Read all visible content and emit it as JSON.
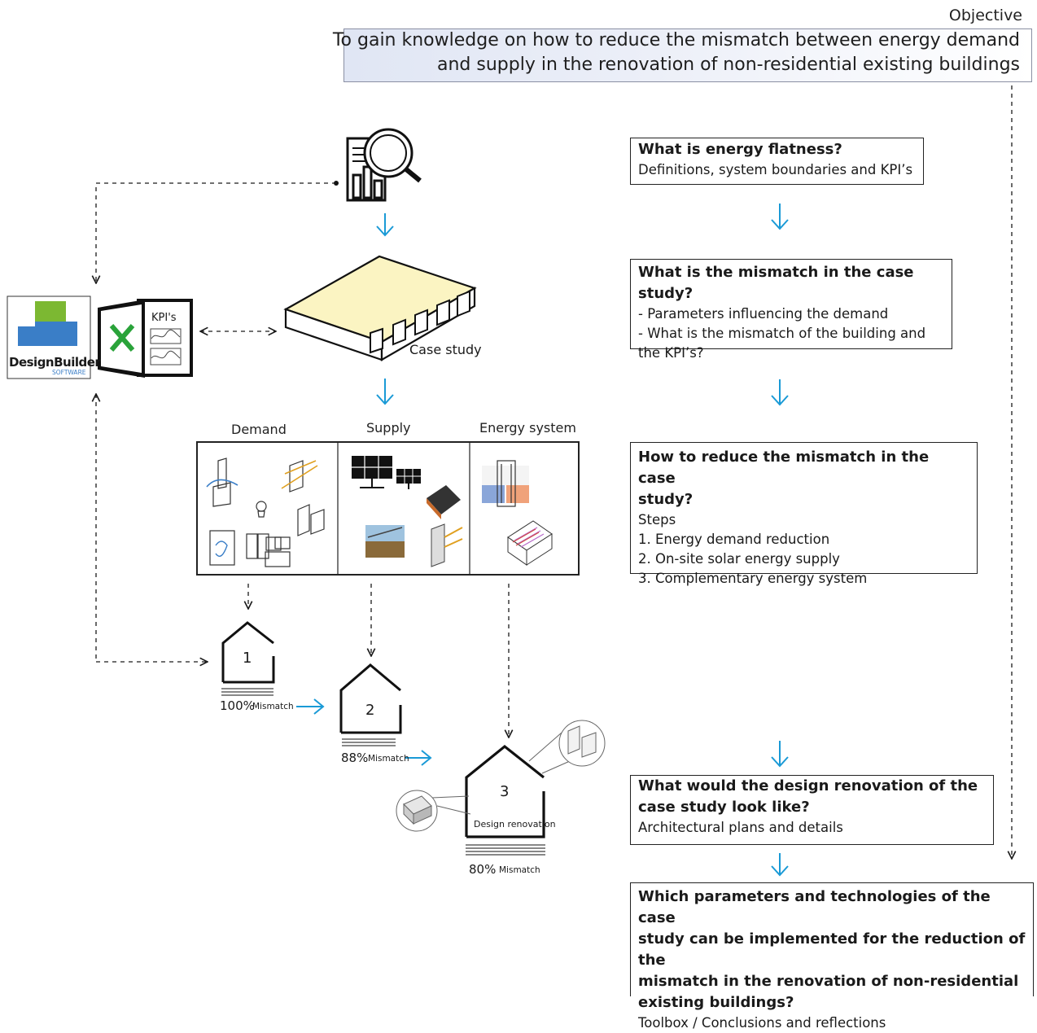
{
  "objective": {
    "label": "Objective",
    "line1": "To gain knowledge on how to reduce the mismatch between energy demand",
    "line2": "and supply in the renovation of non-residential existing buildings"
  },
  "tools": {
    "designbuilder_brand": "DesignBuilder",
    "designbuilder_sub": "SOFTWARE",
    "excel_kpi_label": "KPI's"
  },
  "case_study": {
    "label": "Case study"
  },
  "columns": {
    "demand": "Demand",
    "supply": "Supply",
    "energy_system": "Energy system"
  },
  "houses": [
    {
      "number": "1",
      "percent": "100%",
      "mismatch_label": "Mismatch"
    },
    {
      "number": "2",
      "percent": "88%",
      "mismatch_label": "Mismatch"
    },
    {
      "number": "3",
      "percent": "80%",
      "mismatch_label": "Mismatch",
      "inner_label": "Design renovation"
    }
  ],
  "questions": [
    {
      "title": "What is energy flatness?",
      "details": [
        "Definitions, system boundaries and KPI’s"
      ]
    },
    {
      "title": "What is the mismatch in the case study?",
      "details": [
        "- Parameters influencing the demand",
        "- What is the mismatch of the building and",
        "the KPI’s?"
      ]
    },
    {
      "title_lines": [
        "How to reduce the mismatch in the case",
        "study?"
      ],
      "details": [
        "Steps",
        "1. Energy demand reduction",
        "2. On-site solar energy supply",
        "3. Complementary energy system"
      ]
    },
    {
      "title_lines": [
        "What would the design renovation of the",
        "case study look like?"
      ],
      "details": [
        "Architectural plans and details"
      ]
    },
    {
      "title_lines": [
        "Which parameters and technologies of the case",
        "study can be implemented for the reduction of the",
        "mismatch  in the renovation of non-residential",
        "existing buildings?"
      ],
      "details": [
        "Toolbox / Conclusions and reflections"
      ]
    }
  ],
  "colors": {
    "arrow_blue": "#1a9ad6",
    "objective_fill": "#e3e8f5",
    "roof_fill": "#fbf4c2",
    "line_dark": "#1a1a1a"
  }
}
